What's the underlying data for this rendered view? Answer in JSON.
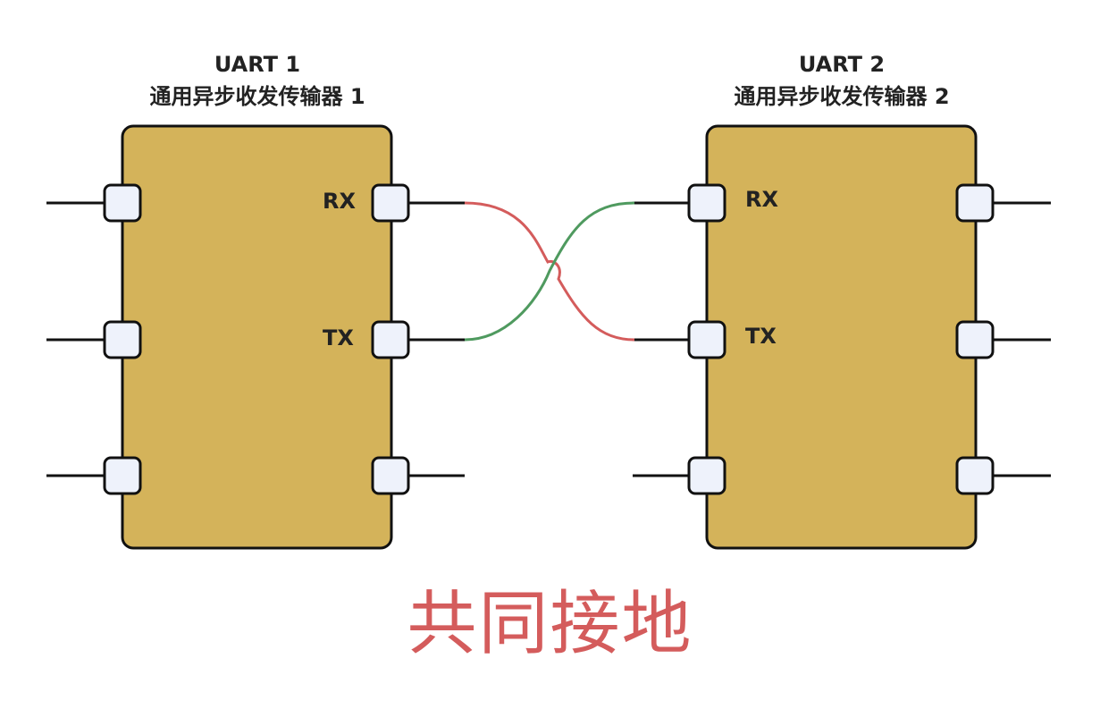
{
  "uart1": {
    "name": "UART 1",
    "subtitle": "通用异步收发传输器 1",
    "rx_label": "RX",
    "tx_label": "TX"
  },
  "uart2": {
    "name": "UART 2",
    "subtitle": "通用异步收发传输器 2",
    "rx_label": "RX",
    "tx_label": "TX"
  },
  "footer": {
    "text": "共同接地"
  },
  "colors": {
    "box_fill": "#d4b35a",
    "pin_fill": "#eef2fb",
    "wire_red": "#d45c5c",
    "wire_green": "#4f9a5f",
    "outline": "#111111",
    "footer_text": "#d45c5c"
  }
}
